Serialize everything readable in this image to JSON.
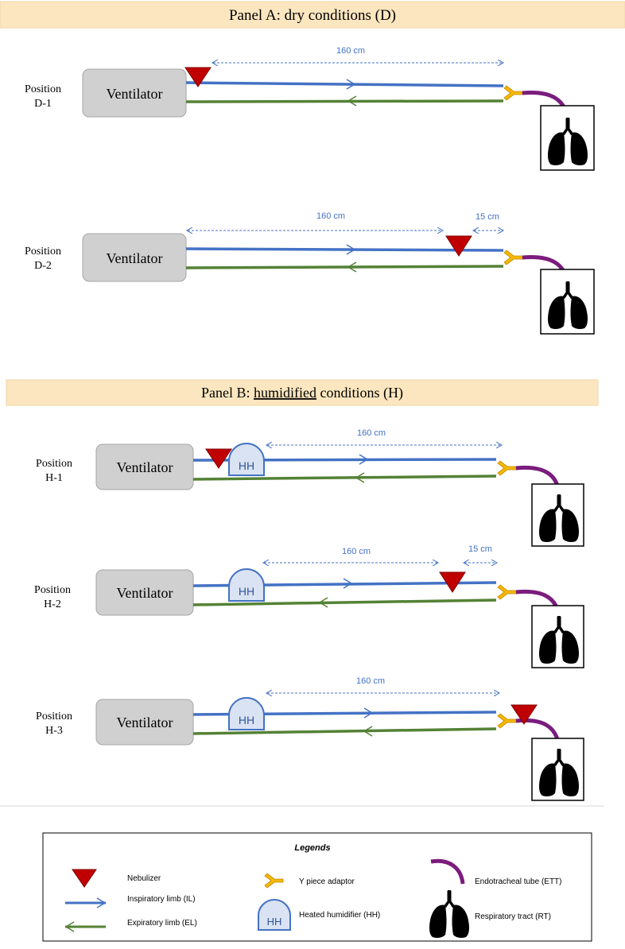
{
  "colors": {
    "inspiratory": "#4472C4",
    "expiratory": "#548235",
    "nebulizer": "#C00000",
    "y_piece": "#F5B800",
    "ett": "#7B1C7E",
    "lungs": "#000000",
    "panel_bg": "#FCE6BF",
    "ventilator_bg": "#D0D0D0",
    "humidifier_bg": "#DAE3F3"
  },
  "panel_a": {
    "title_prefix": "Panel A: dry conditions (D)",
    "positions": [
      {
        "label_line1": "Position",
        "label_line2": "D-1",
        "ventilator": "Ventilator",
        "dist_main": "160 cm",
        "dist_short": ""
      },
      {
        "label_line1": "Position",
        "label_line2": "D-2",
        "ventilator": "Ventilator",
        "dist_main": "160 cm",
        "dist_short": "15 cm"
      }
    ]
  },
  "panel_b": {
    "title_prefix": "Panel B: ",
    "title_underlined": "humidified",
    "title_suffix": " conditions (H)",
    "positions": [
      {
        "label_line1": "Position",
        "label_line2": "H-1",
        "ventilator": "Ventilator",
        "humidifier": "HH",
        "dist_main": "160 cm",
        "dist_short": ""
      },
      {
        "label_line1": "Position",
        "label_line2": "H-2",
        "ventilator": "Ventilator",
        "humidifier": "HH",
        "dist_main": "160 cm",
        "dist_short": "15 cm"
      },
      {
        "label_line1": "Position",
        "label_line2": "H-3",
        "ventilator": "Ventilator",
        "humidifier": "HH",
        "dist_main": "160 cm",
        "dist_short": ""
      }
    ]
  },
  "legend": {
    "title": "Legends",
    "items": [
      {
        "icon": "nebulizer-icon",
        "label": "Nebulizer"
      },
      {
        "icon": "inspiratory-limb-icon",
        "label": "Inspiratory limb (IL)"
      },
      {
        "icon": "expiratory-limb-icon",
        "label": "Expiratory limb (EL)"
      },
      {
        "icon": "y-piece-icon",
        "label": "Y piece adaptor"
      },
      {
        "icon": "heated-humidifier-icon",
        "label": "Heated humidifier (HH)",
        "glyph": "HH"
      },
      {
        "icon": "endotracheal-tube-icon",
        "label": "Endotracheal tube (ETT)"
      },
      {
        "icon": "lungs-icon",
        "label": "Respiratory tract (RT)"
      }
    ]
  }
}
